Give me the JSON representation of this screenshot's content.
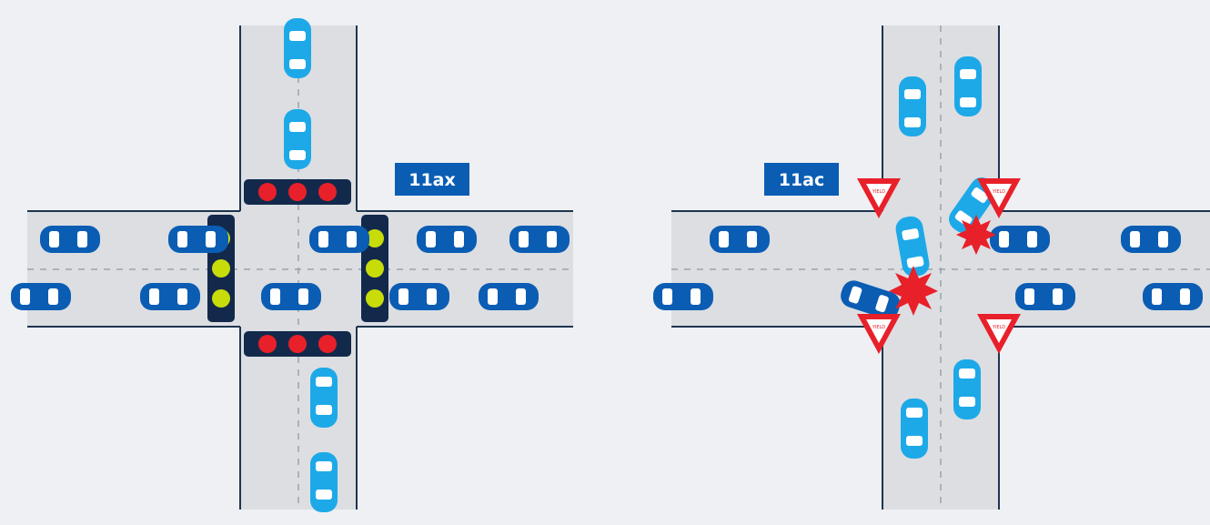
{
  "labels": {
    "left_intersection": "11ax",
    "right_intersection": "11ac"
  },
  "yield_sign_text": "YIELD",
  "colors": {
    "background": "#eef0f3",
    "road": "#dcdee2",
    "road_edge": "#1d3550",
    "lane_marking": "#9aa3ad",
    "car_dark": "#0a5db3",
    "car_light": "#1da9e8",
    "car_window": "#ffffff",
    "label_box": "#0a5db3",
    "signal_housing": "#13294b",
    "signal_red": "#e8202a",
    "signal_green": "#c8dc0a",
    "yield_sign": "#e8202a",
    "crash_star": "#e8202a"
  },
  "left_intersection": {
    "signals": [
      "north",
      "south",
      "east",
      "west"
    ],
    "signal_state_north_south": "red",
    "signal_state_east_west": "green"
  },
  "right_intersection": {
    "yield_signs": 4,
    "crashes": 2
  }
}
